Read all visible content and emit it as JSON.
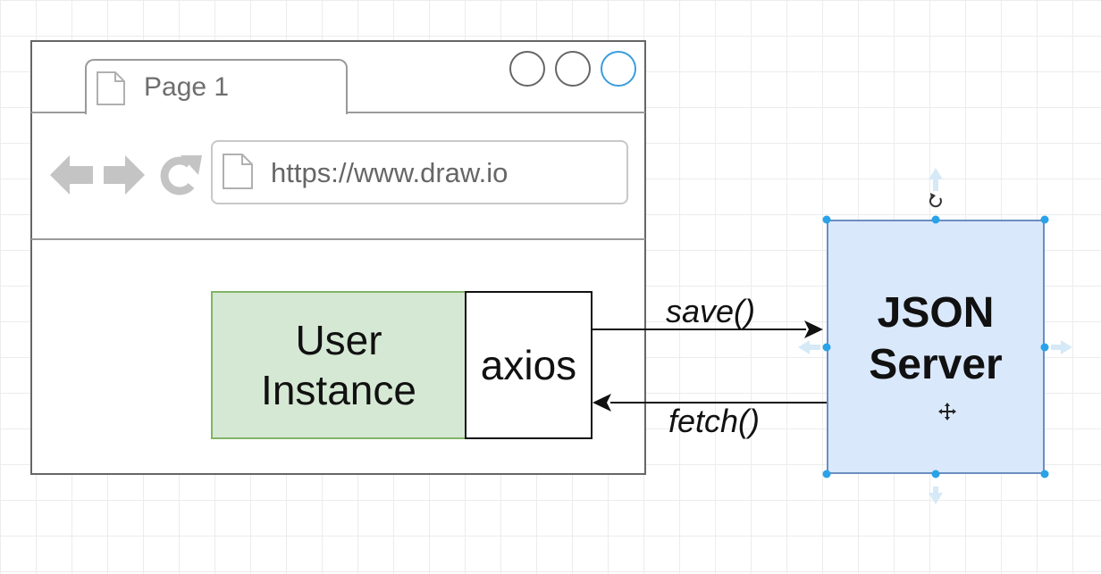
{
  "browser": {
    "tab_title": "Page 1",
    "url": "https://www.draw.io"
  },
  "diagram": {
    "user_instance_label": "User\nInstance",
    "axios_label": "axios",
    "json_server_label": "JSON\nServer",
    "save_label": "save()",
    "fetch_label": "fetch()"
  },
  "colors": {
    "green_fill": "#d5e8d4",
    "green_stroke": "#82b366",
    "blue_fill": "#dae8fc",
    "blue_stroke": "#6c8ebf",
    "selection_handle": "#29a2e8",
    "window_circle_accent": "#3a9ddd"
  },
  "icons": {
    "tab_icon": "document-icon",
    "url_icon": "document-icon",
    "nav": [
      "back-arrow-icon",
      "forward-arrow-icon",
      "refresh-icon"
    ],
    "selection": [
      "rotate-icon",
      "move-icon"
    ]
  }
}
